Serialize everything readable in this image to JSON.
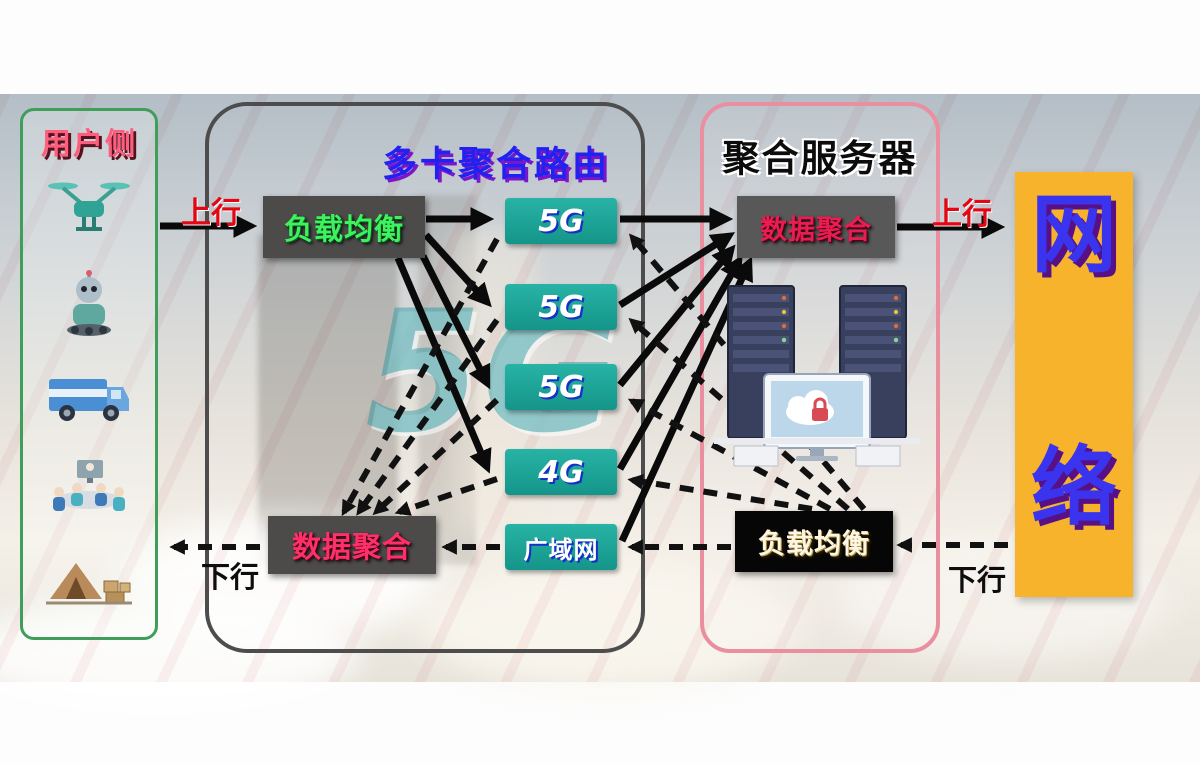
{
  "background": {
    "watermark_label": "5G"
  },
  "user_side": {
    "title": "用户侧",
    "devices": [
      {
        "name": "drone"
      },
      {
        "name": "robot"
      },
      {
        "name": "truck"
      },
      {
        "name": "video-conference"
      },
      {
        "name": "field-camp"
      }
    ]
  },
  "router": {
    "title": "多卡聚合路由",
    "load_balancer_label": "负载均衡",
    "data_aggregation_label": "数据聚合",
    "links": [
      "5G",
      "5G",
      "5G",
      "4G",
      "广域网"
    ]
  },
  "server": {
    "title": "聚合服务器",
    "data_aggregation_label": "数据聚合",
    "load_balancer_label": "负载均衡"
  },
  "network": {
    "label": "网络",
    "chars": [
      "网",
      "络"
    ]
  },
  "flow_labels": {
    "uplink": "上行",
    "downlink": "下行"
  },
  "colors": {
    "teal_link": "#1ea99a",
    "network_yellow": "#f6b32b",
    "user_border_green": "#3f9e5a",
    "server_border_pink": "#e98fa0",
    "uplink_red": "#e40613",
    "downlink_black": "#0d0d0d",
    "load_balance_green": "#3ef25e",
    "data_aggregation_magenta": "#f5245e",
    "router_title_blue": "#2222f0",
    "network_text_blue": "#3a34ee",
    "arrow_black": "#0a0a0a"
  }
}
